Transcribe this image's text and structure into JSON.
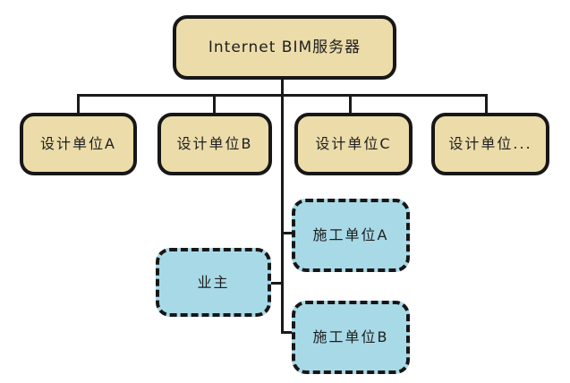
{
  "diagram": {
    "type": "hierarchy",
    "colors": {
      "box_tan": "#ecdcaa",
      "box_blue": "#a8d9e6",
      "border": "#171717",
      "line": "#1a1a1a",
      "text": "#1e1e1e",
      "background": "#ffffff"
    },
    "nodes": {
      "server": {
        "label": "Internet BIM服务器",
        "style": "tan-solid"
      },
      "design_a": {
        "label": "设计单位A",
        "style": "tan-solid"
      },
      "design_b": {
        "label": "设计单位B",
        "style": "tan-solid"
      },
      "design_c": {
        "label": "设计单位C",
        "style": "tan-solid"
      },
      "design_more": {
        "label": "设计单位...",
        "style": "tan-solid"
      },
      "builder_a": {
        "label": "施工单位A",
        "style": "blue-dashed"
      },
      "owner": {
        "label": "业主",
        "style": "blue-dashed"
      },
      "builder_b": {
        "label": "施工单位B",
        "style": "blue-dashed"
      }
    },
    "edges": [
      {
        "from": "server",
        "to": "design_a"
      },
      {
        "from": "server",
        "to": "design_b"
      },
      {
        "from": "server",
        "to": "design_c"
      },
      {
        "from": "server",
        "to": "design_more"
      },
      {
        "from": "server",
        "to": "builder_a"
      },
      {
        "from": "server",
        "to": "owner"
      },
      {
        "from": "server",
        "to": "builder_b"
      }
    ]
  }
}
